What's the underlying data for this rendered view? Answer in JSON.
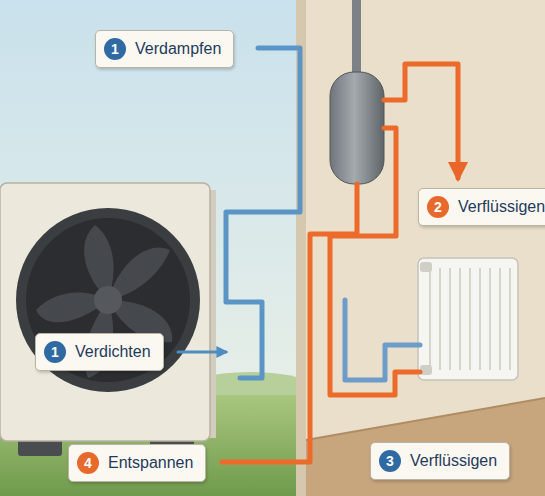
{
  "diagram": {
    "nodes": [
      {
        "text": [
          "1",
          "Verdampfen"
        ]
      },
      {
        "text": [
          "2",
          "Verflüssigen"
        ]
      },
      {
        "text": [
          "1",
          "Verdichten"
        ]
      },
      {
        "text": [
          "4",
          "Entspannen"
        ]
      },
      {
        "text": [
          "3",
          "Verflüssigen"
        ]
      }
    ]
  }
}
